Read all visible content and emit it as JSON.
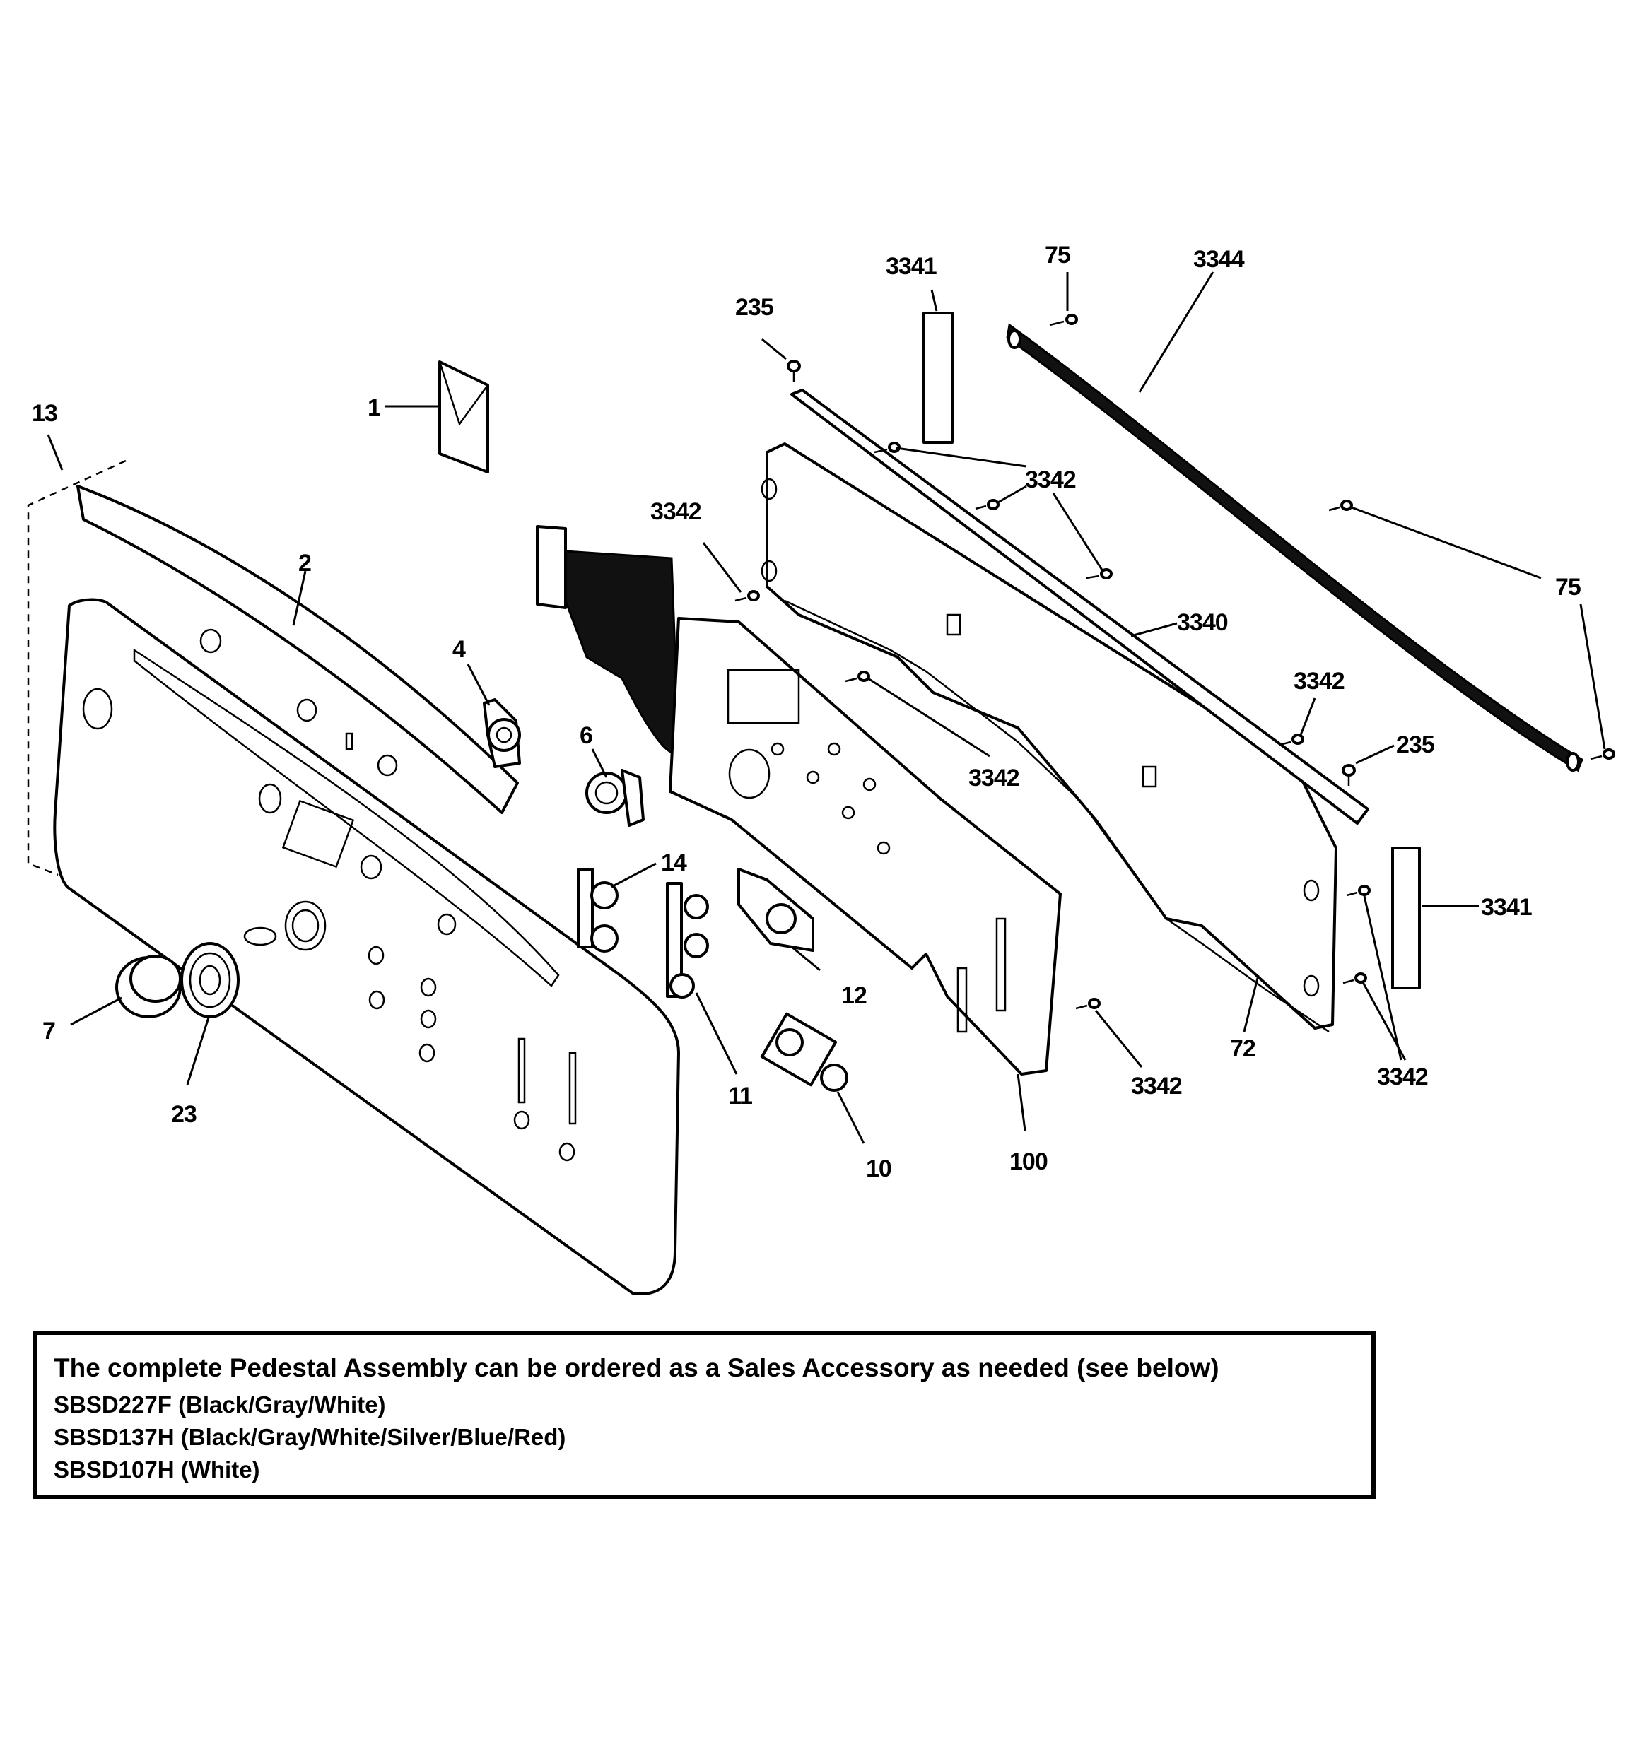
{
  "callouts": {
    "c1": "1",
    "c2": "2",
    "c4": "4",
    "c6": "6",
    "c7": "7",
    "c10": "10",
    "c11": "11",
    "c12": "12",
    "c13": "13",
    "c14": "14",
    "c23": "23",
    "c72": "72",
    "c75a": "75",
    "c75b": "75",
    "c100": "100",
    "c235a": "235",
    "c235b": "235",
    "c3340": "3340",
    "c3341a": "3341",
    "c3341b": "3341",
    "c3342a": "3342",
    "c3342b": "3342",
    "c3342c": "3342",
    "c3342d": "3342",
    "c3342e": "3342",
    "c3342f": "3342",
    "c3344": "3344"
  },
  "note": {
    "heading": "The complete Pedestal Assembly can be ordered as a Sales Accessory as needed (see below)",
    "lines": [
      "SBSD227F (Black/Gray/White)",
      "SBSD137H (Black/Gray/White/Silver/Blue/Red)",
      "SBSD107H (White)"
    ]
  }
}
